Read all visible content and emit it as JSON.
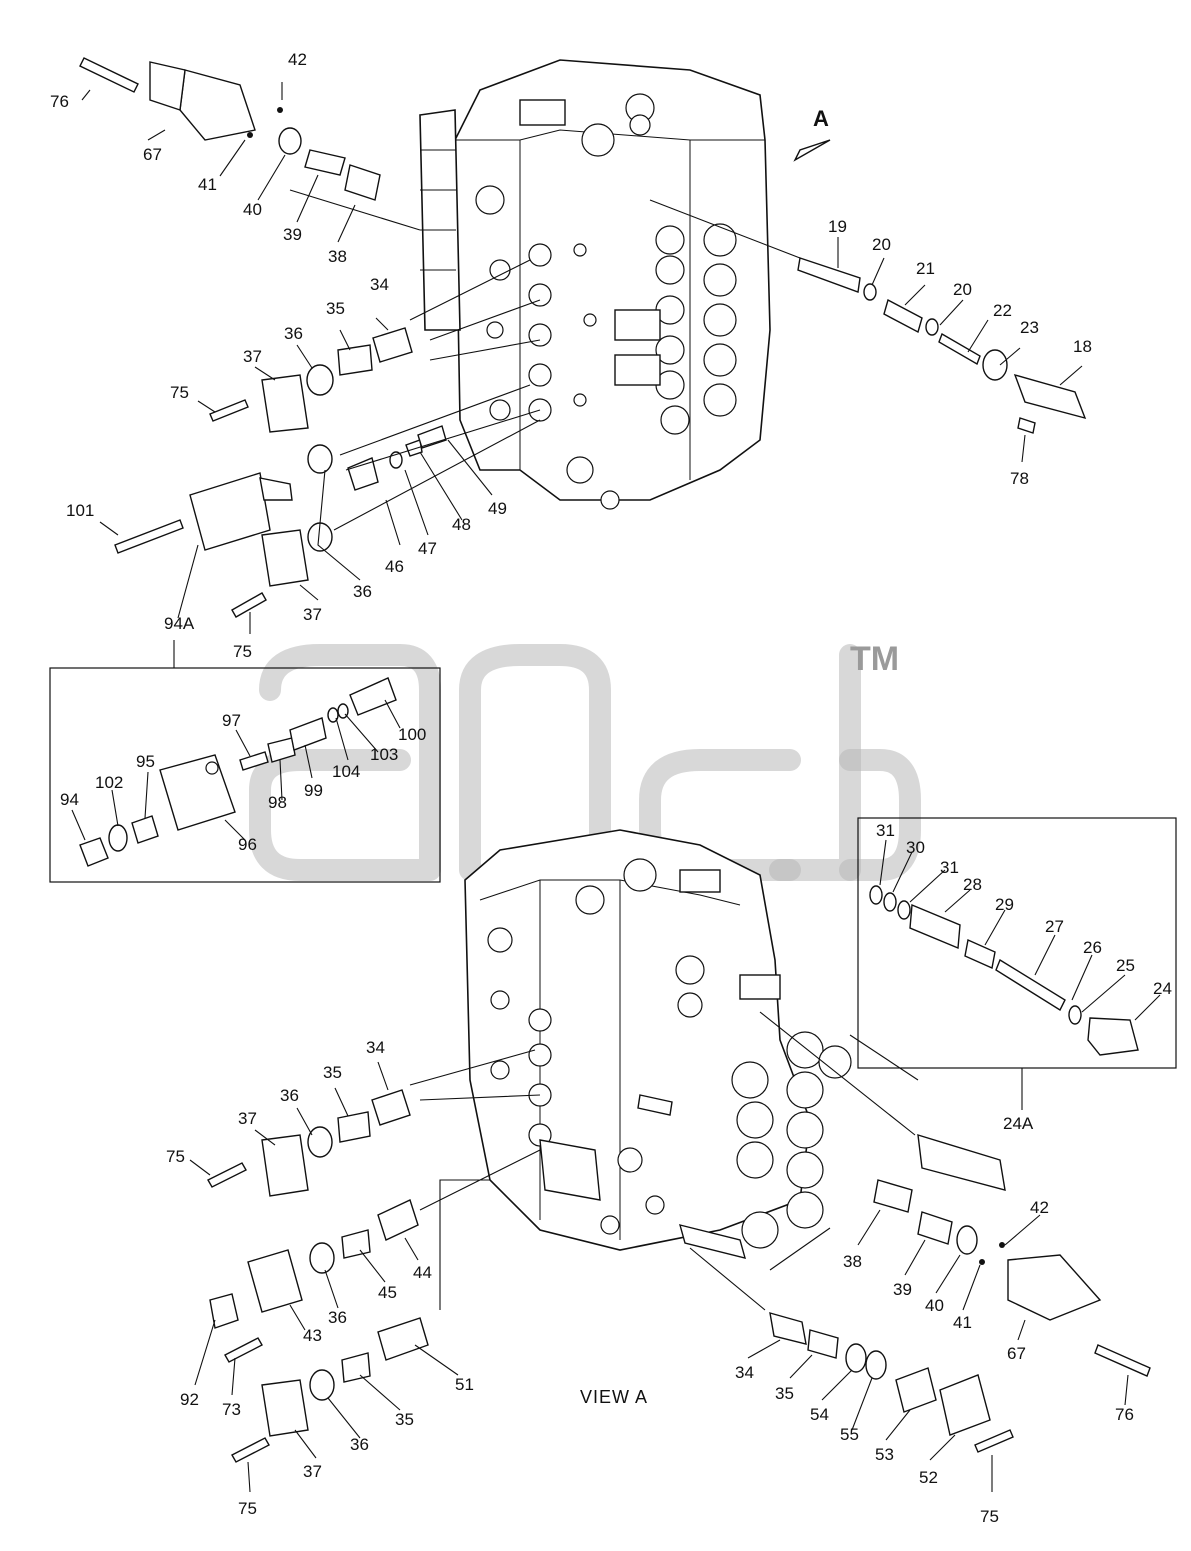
{
  "labels": {
    "top_view": [
      "76",
      "42",
      "67",
      "41",
      "40",
      "39",
      "38",
      "34",
      "35",
      "36",
      "37",
      "75",
      "101",
      "94A",
      "46",
      "47",
      "48",
      "49",
      "36",
      "37",
      "75",
      "19",
      "20",
      "21",
      "20",
      "22",
      "23",
      "18",
      "78",
      "A"
    ],
    "inset_94A": [
      "97",
      "100",
      "103",
      "104",
      "99",
      "98",
      "95",
      "102",
      "94",
      "96"
    ],
    "inset_24A": [
      "31",
      "30",
      "31",
      "28",
      "29",
      "27",
      "26",
      "25",
      "24",
      "24A"
    ],
    "bottom_view": [
      "34",
      "35",
      "36",
      "37",
      "75",
      "44",
      "45",
      "36",
      "43",
      "92",
      "73",
      "51",
      "35",
      "36",
      "37",
      "75",
      "38",
      "39",
      "40",
      "41",
      "42",
      "67",
      "76",
      "34",
      "35",
      "54",
      "55",
      "53",
      "52",
      "75"
    ]
  },
  "view_caption": "VIEW A",
  "watermark": {
    "trademark": "TM"
  }
}
